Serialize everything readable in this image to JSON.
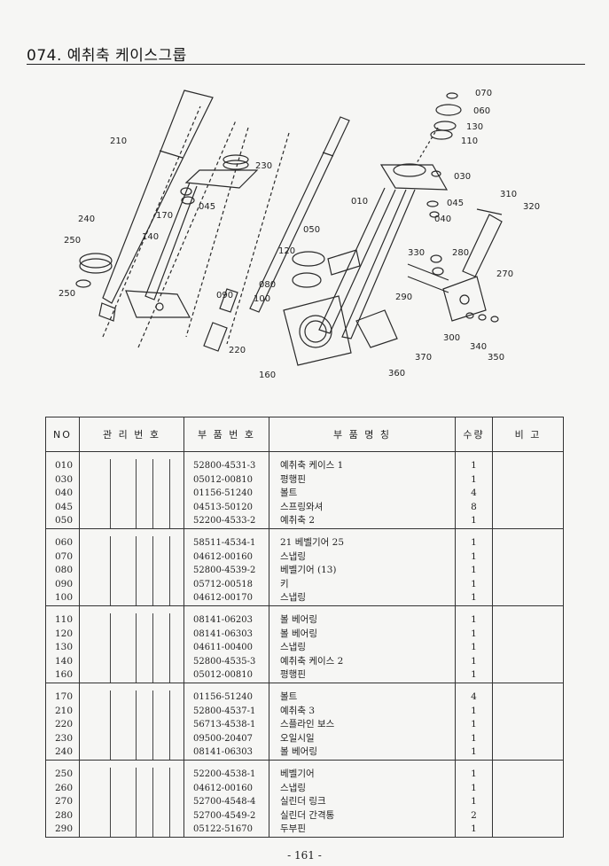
{
  "page": {
    "title": "074. 예취축 케이스그룹",
    "page_number": "- 161 -"
  },
  "diagram": {
    "callouts": [
      "210",
      "230",
      "045",
      "170",
      "140",
      "240",
      "250",
      "250",
      "090",
      "080",
      "100",
      "220",
      "160",
      "120",
      "050",
      "010",
      "070",
      "060",
      "130",
      "110",
      "030",
      "045",
      "040",
      "310",
      "320",
      "280",
      "330",
      "270",
      "290",
      "300",
      "340",
      "350",
      "370",
      "360"
    ]
  },
  "table": {
    "headers": {
      "no": "NO",
      "mgmt": "관 리 번 호",
      "part_no": "부 품 번 호",
      "name": "부 품 명 칭",
      "qty": "수량",
      "remarks": "비 고"
    },
    "groups": [
      {
        "rows": [
          {
            "no": "010",
            "part_no": "52800-4531-3",
            "name": "예취축 케이스 1",
            "qty": "1"
          },
          {
            "no": "030",
            "part_no": "05012-00810",
            "name": "평행핀",
            "qty": "1"
          },
          {
            "no": "040",
            "part_no": "01156-51240",
            "name": "볼트",
            "qty": "4"
          },
          {
            "no": "045",
            "part_no": "04513-50120",
            "name": "스프링와셔",
            "qty": "8"
          },
          {
            "no": "050",
            "part_no": "52200-4533-2",
            "name": "예취축 2",
            "qty": "1"
          }
        ]
      },
      {
        "rows": [
          {
            "no": "060",
            "part_no": "58511-4534-1",
            "name": "21 베벨기어 25",
            "qty": "1"
          },
          {
            "no": "070",
            "part_no": "04612-00160",
            "name": "스냅링",
            "qty": "1"
          },
          {
            "no": "080",
            "part_no": "52800-4539-2",
            "name": "베벨기어 (13)",
            "qty": "1"
          },
          {
            "no": "090",
            "part_no": "05712-00518",
            "name": "키",
            "qty": "1"
          },
          {
            "no": "100",
            "part_no": "04612-00170",
            "name": "스냅링",
            "qty": "1"
          }
        ]
      },
      {
        "rows": [
          {
            "no": "110",
            "part_no": "08141-06203",
            "name": "볼 베어링",
            "qty": "1"
          },
          {
            "no": "120",
            "part_no": "08141-06303",
            "name": "볼 베어링",
            "qty": "1"
          },
          {
            "no": "130",
            "part_no": "04611-00400",
            "name": "스냅링",
            "qty": "1"
          },
          {
            "no": "140",
            "part_no": "52800-4535-3",
            "name": "예취축 케이스 2",
            "qty": "1"
          },
          {
            "no": "160",
            "part_no": "05012-00810",
            "name": "평행핀",
            "qty": "1"
          }
        ]
      },
      {
        "rows": [
          {
            "no": "170",
            "part_no": "01156-51240",
            "name": "볼트",
            "qty": "4"
          },
          {
            "no": "210",
            "part_no": "52800-4537-1",
            "name": "예취축 3",
            "qty": "1"
          },
          {
            "no": "220",
            "part_no": "56713-4538-1",
            "name": "스플라인 보스",
            "qty": "1"
          },
          {
            "no": "230",
            "part_no": "09500-20407",
            "name": "오일시일",
            "qty": "1"
          },
          {
            "no": "240",
            "part_no": "08141-06303",
            "name": "볼 베어링",
            "qty": "1"
          }
        ]
      },
      {
        "rows": [
          {
            "no": "250",
            "part_no": "52200-4538-1",
            "name": "베벨기어",
            "qty": "1"
          },
          {
            "no": "260",
            "part_no": "04612-00160",
            "name": "스냅링",
            "qty": "1"
          },
          {
            "no": "270",
            "part_no": "52700-4548-4",
            "name": "실린더 링크",
            "qty": "1"
          },
          {
            "no": "280",
            "part_no": "52700-4549-2",
            "name": "실린더 간격통",
            "qty": "2"
          },
          {
            "no": "290",
            "part_no": "05122-51670",
            "name": "두부핀",
            "qty": "1"
          }
        ]
      }
    ]
  }
}
